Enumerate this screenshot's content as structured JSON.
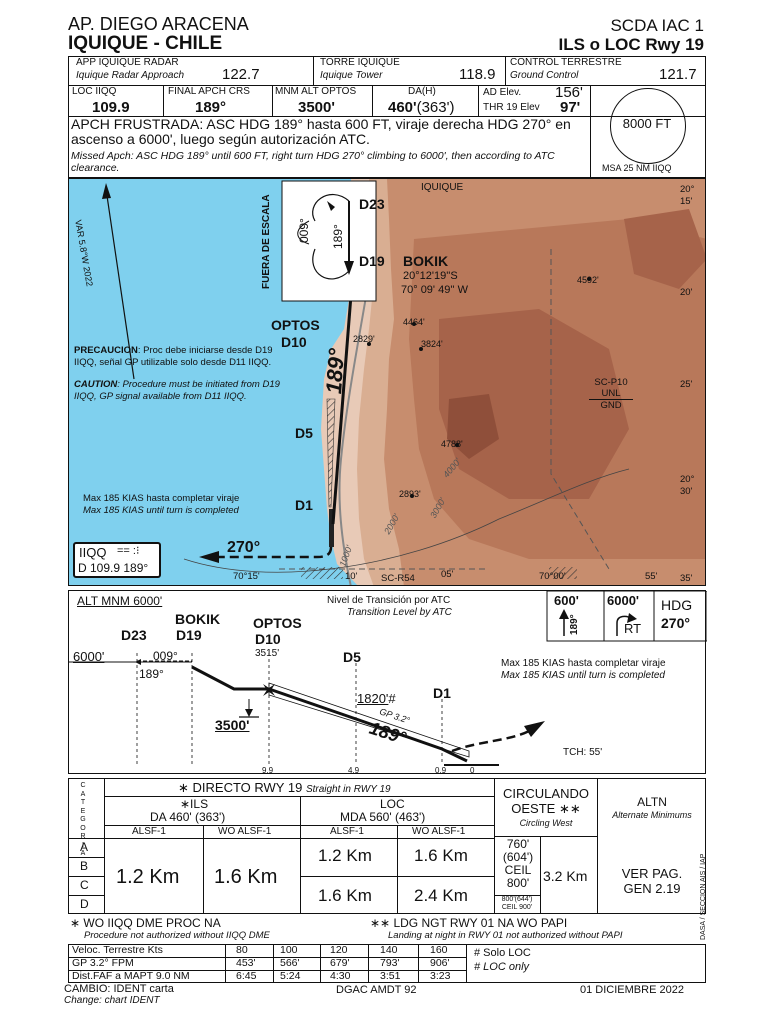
{
  "header": {
    "airport": "AP. DIEGO ARACENA",
    "city": "IQUIQUE - CHILE",
    "chart_id": "SCDA IAC 1",
    "procedure": "ILS o LOC Rwy 19"
  },
  "comms": {
    "app_label": "APP IQUIQUE RADAR",
    "app_sub": "Iquique Radar Approach",
    "app_freq": "122.7",
    "twr_label": "TORRE IQUIQUE",
    "twr_sub": "Iquique Tower",
    "twr_freq": "118.9",
    "gnd_label": "CONTROL TERRESTRE",
    "gnd_sub": "Ground Control",
    "gnd_freq": "121.7"
  },
  "briefing": {
    "loc_label": "LOC IIQQ",
    "loc_val": "109.9",
    "crs_label": "FINAL APCH CRS",
    "crs_val": "189°",
    "alt_label": "MNM ALT OPTOS",
    "alt_val": "3500'",
    "dah_label": "DA(H)",
    "dah_val": "460'",
    "dah_h": "(363')",
    "ad_elev_label": "AD Elev.",
    "ad_elev": "156'",
    "thr_label": "THR 19 Elev",
    "thr_elev": "97'",
    "msa": "8000 FT",
    "msa_label": "MSA 25 NM IIQQ"
  },
  "missed": {
    "es": "APCH FRUSTRADA:  ASC HDG 189° hasta 600 FT, viraje derecha HDG 270° en ascenso a 6000', luego según autorización ATC.",
    "en": "Missed Apch: ASC HDG 189° until 600 FT, right turn HDG 270° climbing to 6000', then according to ATC clearance."
  },
  "plan": {
    "var": "VAR 5.8°W 2022",
    "fuera": "FUERA DE ESCALA",
    "d23": "D23",
    "d19": "D19",
    "hold_out": "009°",
    "hold_in": "189°",
    "bokik": "BOKIK",
    "bokik_lat": "20°12'19''S",
    "bokik_lon": "70° 09' 49'' W",
    "iquique": "IQUIQUE",
    "optos": "OPTOS",
    "d10": "D10",
    "d5": "D5",
    "d1": "D1",
    "final_crs": "189°",
    "ma_hdg": "270°",
    "iiqq": "IIQQ",
    "iiqq_morse": "== :⁝",
    "iiqq_freq": "D 109.9 189°",
    "caution_es_head": "PRECAUCION",
    "caution_es": ": Proc debe iniciarse desde D19 IIQQ, señal GP utilizable solo desde D11 IIQQ.",
    "caution_en_head": "CAUTION",
    "caution_en": ": Procedure must be initiated from D19 IIQQ, GP signal available from D11 IIQQ.",
    "kias_es": "Max 185 KIAS hasta completar viraje",
    "kias_en": "Max 185 KIAS until turn is completed",
    "elev1": "4464'",
    "elev2": "3824'",
    "elev3": "2829'",
    "elev4": "4592'",
    "elev5": "4788'",
    "elev6": "2893'",
    "c4000": "4000'",
    "c3000": "3000'",
    "c2000": "2000'",
    "c1000": "1000'",
    "restr_p10": "SC-P10",
    "restr_unl": "UNL",
    "restr_gnd": "GND",
    "restr_r54": "SC-R54",
    "lat20": "20°",
    "lat15": "15'",
    "lat20b": "20'",
    "lat25": "25'",
    "lat30a": "20°",
    "lat30b": "30'",
    "lat35": "35'",
    "lon1": "70°15'",
    "lon2": "10'",
    "lon3": "05'",
    "lon4": "70°00'",
    "lon5": "55'"
  },
  "profile": {
    "alt_mnm": "ALT MNM 6000'",
    "trans_es": "Nivel de Transición por ATC",
    "trans_en": "Transition Level by ATC",
    "ma_600": "600'",
    "ma_6000": "6000'",
    "ma_hdg": "HDG",
    "ma_270": "270°",
    "ma_rt": "RT",
    "ma_189": "189°",
    "bokik": "BOKIK",
    "d23": "D23",
    "d19": "D19",
    "optos": "OPTOS",
    "d10": "D10",
    "d5": "D5",
    "d1": "D1",
    "alt6000": "6000'",
    "out": "009°",
    "in": "189°",
    "alt3515": "3515'",
    "alt3500": "3500'",
    "alt1820": "1820'",
    "hash": "#",
    "gp": "GP 3.2°",
    "crs": "189°",
    "tch": "TCH: 55'",
    "dist99": "9.9",
    "dist49": "4.9",
    "dist09": "0.9",
    "dist0": "0",
    "kias_es": "Max 185 KIAS hasta completar viraje",
    "kias_en": "Max 185 KIAS until turn is completed"
  },
  "minima": {
    "cat_label": "CATEGORIA",
    "straight": "∗ DIRECTO  RWY 19",
    "straight_en": "Straight in RWY 19",
    "ils_label": "∗ILS",
    "ils_da": "DA 460' (363')",
    "loc_label": "LOC",
    "loc_mda": "MDA 560' (463')",
    "alsf": "ALSF-1",
    "wo_alsf": "WO ALSF-1",
    "circ": "CIRCULANDO OESTE ∗∗",
    "circ_en": "Circling West",
    "altn": "ALTN",
    "altn_en": "Alternate Minimums",
    "cat_a": "A",
    "cat_b": "B",
    "cat_c": "C",
    "cat_d": "D",
    "ils_alsf_vis": "1.2 Km",
    "ils_wo_vis": "1.6 Km",
    "loc_ab_alsf": "1.2 Km",
    "loc_ab_wo": "1.6 Km",
    "loc_cd_alsf": "1.6 Km",
    "loc_cd_wo": "2.4 Km",
    "circ_ceil1": "760'",
    "circ_ceil2": "(604')",
    "circ_ceil3": "CEIL",
    "circ_ceil4": "800'",
    "circ_ceil5": "800'(644')",
    "circ_ceil6": "CEIL 900'",
    "circ_vis": "3.2 Km",
    "altn_txt1": "VER PAG.",
    "altn_txt2": "GEN 2.19"
  },
  "notes": {
    "n1_es": "∗ WO IIQQ DME PROC NA",
    "n1_en": "Procedure not authorized without IIQQ DME",
    "n2_es": "∗∗ LDG NGT RWY 01 NA WO PAPI",
    "n2_en": "Landing at night in RWY 01 not authorized without PAPI",
    "solo_loc": "#  Solo LOC",
    "loc_only": "#  LOC only"
  },
  "table": {
    "rows": [
      {
        "label": "Veloc. Terrestre Kts",
        "vals": [
          "80",
          "100",
          "120",
          "140",
          "160"
        ]
      },
      {
        "label": "GP 3.2° FPM",
        "vals": [
          "453'",
          "566'",
          "679'",
          "793'",
          "906'"
        ]
      },
      {
        "label": "Dist.FAF a MAPT 9.0 NM",
        "vals": [
          "6:45",
          "5:24",
          "4:30",
          "3:51",
          "3:23"
        ]
      }
    ]
  },
  "footer": {
    "cambio": "CAMBIO: IDENT carta",
    "change": "Change:  chart IDENT",
    "agency": "DGAC   AMDT 92",
    "date": "01 DICIEMBRE 2022",
    "side": "DASA / SECCION AIS / IAP"
  }
}
